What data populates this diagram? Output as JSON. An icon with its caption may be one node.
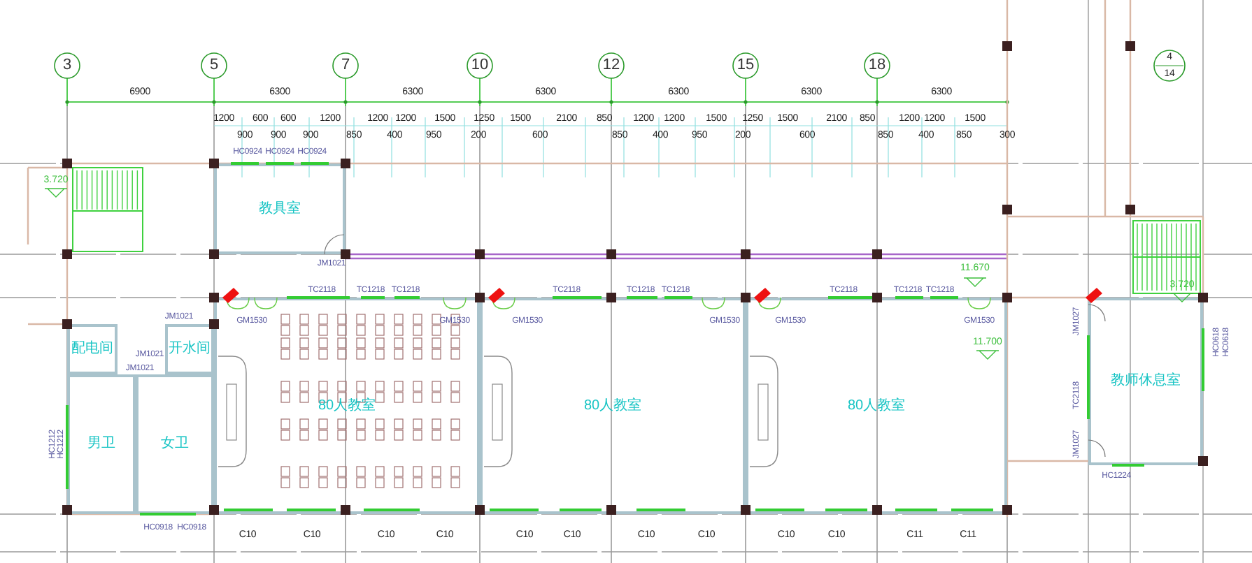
{
  "diagram": {
    "nodes": [
      {
        "text": [
          "教具室"
        ]
      },
      {
        "text": [
          "配电间"
        ]
      },
      {
        "text": [
          "开水间"
        ]
      },
      {
        "text": [
          "男卫"
        ]
      },
      {
        "text": [
          "女卫"
        ]
      },
      {
        "text": [
          "80人教室"
        ]
      },
      {
        "text": [
          "80人教室"
        ]
      },
      {
        "text": [
          "80人教室"
        ]
      },
      {
        "text": [
          "教师休息室"
        ]
      }
    ],
    "labels": [
      "3",
      "5",
      "7",
      "10",
      "12",
      "15",
      "18",
      "4",
      "14",
      "6900",
      "6300",
      "6300",
      "6300",
      "6300",
      "6300",
      "6300",
      "1200",
      "600",
      "600",
      "1200",
      "1200",
      "1200",
      "1500",
      "1250",
      "1500",
      "2100",
      "850",
      "1200",
      "1200",
      "1500",
      "1250",
      "1500",
      "2100",
      "850",
      "1200",
      "1200",
      "1500",
      "900",
      "900",
      "900",
      "850",
      "400",
      "950",
      "200",
      "600",
      "850",
      "400",
      "950",
      "200",
      "600",
      "850",
      "400",
      "850",
      "300",
      "HC0924",
      "HC0924",
      "HC0924",
      "3.720",
      "JM1021",
      "11.670",
      "TC2118",
      "TC1218",
      "TC1218",
      "TC2118",
      "TC1218",
      "TC1218",
      "TC2118",
      "TC1218",
      "TC1218",
      "GM1530",
      "GM1530",
      "GM1530",
      "GM1530",
      "GM1530",
      "GM1530",
      "3.720",
      "11.700",
      "JM1021",
      "JM1021",
      "JM1021",
      "HC1212",
      "HC1212",
      "HC0918",
      "HC0918",
      "C10",
      "C10",
      "C10",
      "C10",
      "C10",
      "C10",
      "C10",
      "C10",
      "C10",
      "C10",
      "C11",
      "C11",
      "JM1027",
      "TC2118",
      "JM1027",
      "HC1224",
      "HC0618",
      "HC0618"
    ]
  }
}
